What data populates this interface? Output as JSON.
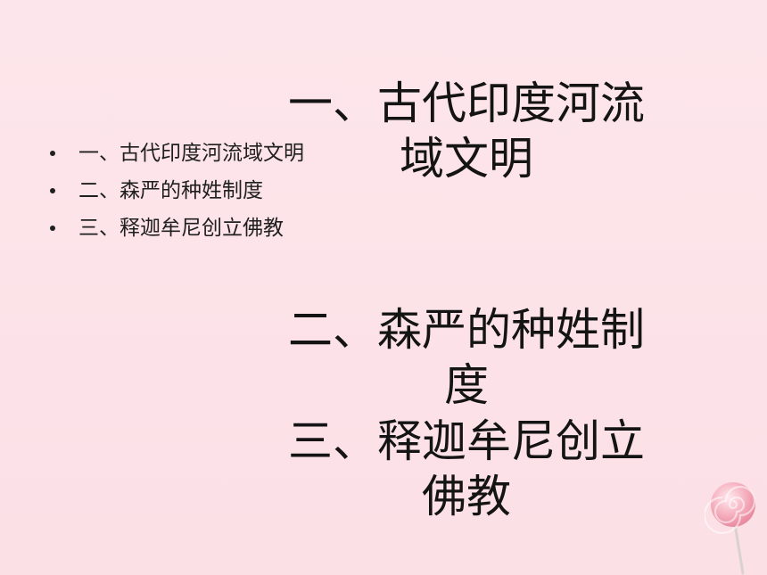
{
  "bullets": [
    "一、古代印度河流域文明",
    "二、森严的种姓制度",
    "三、释迦牟尼创立佛教"
  ],
  "headings": {
    "h1_line1": "一、古代印度河流",
    "h1_line2": "域文明",
    "h2_line1": "二、森严的种姓制",
    "h2_line2": "度",
    "h3_line1": "三、释迦牟尼创立",
    "h3_line2": "佛教"
  },
  "colors": {
    "background": "#fce3e8",
    "text": "#141414",
    "lollipop": "#f2a3b3"
  },
  "decoration_icon": "lollipop-icon"
}
